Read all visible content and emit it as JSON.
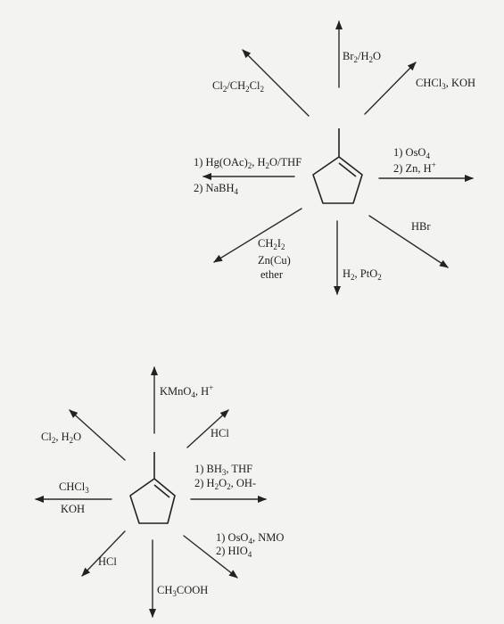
{
  "scheme_top": {
    "reagents": {
      "br2_h2o": {
        "t1": "Br",
        "s1": "2",
        "t2": "/H",
        "s2": "2",
        "t3": "O"
      },
      "cl2_ch2cl2": {
        "t1": "Cl",
        "s1": "2",
        "t2": "/CH",
        "s2": "2",
        "t3": "Cl",
        "s3": "2"
      },
      "chcl3_koh": {
        "t1": "CHCl",
        "s1": "3",
        "t2": ", KOH"
      },
      "oxymerc_1": {
        "t1": "1) Hg(OAc)",
        "s1": "2",
        "t2": ", H",
        "s2": "2",
        "t3": "O/THF"
      },
      "oxymerc_2": {
        "t1": "2) NaBH",
        "s1": "4"
      },
      "oso4_zn_1": {
        "t1": "1) OsO",
        "s1": "4"
      },
      "oso4_zn_2": {
        "t1": "2) Zn, H",
        "sup1": "+"
      },
      "hbr": "HBr",
      "simmons_1": {
        "t1": "CH",
        "s1": "2",
        "t2": "I",
        "s2": "2"
      },
      "simmons_2": "Zn(Cu)",
      "simmons_3": "ether",
      "h2_pto2": {
        "t1": "H",
        "s1": "2",
        "t2": ", PtO",
        "s2": "2"
      }
    }
  },
  "scheme_bottom": {
    "reagents": {
      "kmno4": {
        "t1": "KMnO",
        "s1": "4",
        "t2": ", H",
        "sup1": "+"
      },
      "cl2_h2o": {
        "t1": "Cl",
        "s1": "2",
        "t2": ", H",
        "s2": "2",
        "t3": "O"
      },
      "hcl_top": "HCl",
      "bh3_1": {
        "t1": "1) BH",
        "s1": "3",
        "t2": ", THF"
      },
      "bh3_2": {
        "t1": "2) H",
        "s1": "2",
        "t2": "O",
        "s2": "2",
        "t3": ", OH-"
      },
      "chcl3": {
        "t1": "CHCl",
        "s1": "3"
      },
      "koh": "KOH",
      "oso4_nmo_1": {
        "t1": "1) OsO",
        "s1": "4",
        "t2": ", NMO"
      },
      "oso4_nmo_2": {
        "t1": "2) HIO",
        "s1": "4"
      },
      "hcl_bottom": "HCl",
      "ch3cooh": {
        "t1": "CH",
        "s1": "3",
        "t2": "COOH"
      }
    }
  }
}
